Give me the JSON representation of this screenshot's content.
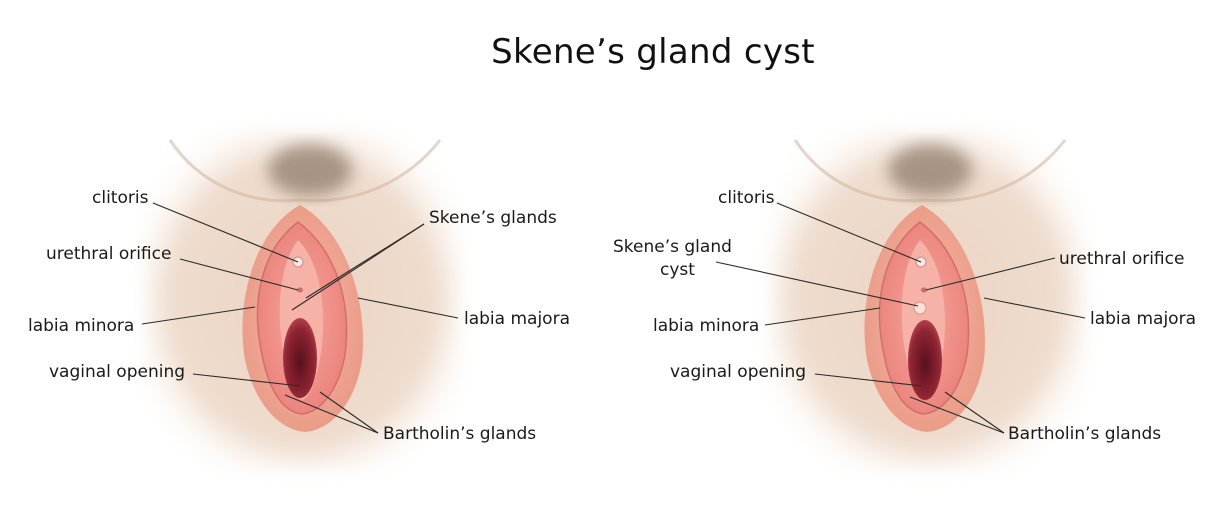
{
  "title": "Skene’s gland cyst",
  "left_panel": {
    "labels": {
      "clitoris": "clitoris",
      "urethral_orifice": "urethral orifice",
      "labia_minora": "labia minora",
      "vaginal_opening": "vaginal opening",
      "skenes_glands": "Skene’s glands",
      "labia_majora": "labia majora",
      "bartholins_glands": "Bartholin’s glands"
    }
  },
  "right_panel": {
    "labels": {
      "clitoris": "clitoris",
      "skenes_gland_cyst_line1": "Skene’s gland",
      "skenes_gland_cyst_line2": "cyst",
      "labia_minora": "labia minora",
      "vaginal_opening": "vaginal opening",
      "urethral_orifice": "urethral orifice",
      "labia_majora": "labia majora",
      "bartholins_glands": "Bartholin’s glands"
    }
  },
  "colors": {
    "skin": "#e9d2c0",
    "labia_majora": "#f0a58e",
    "labia_minora": "#f28a85",
    "vestibule": "#f6b2a6",
    "vaginal_opening": "#7d1a28",
    "hair": "#6e5a48"
  }
}
